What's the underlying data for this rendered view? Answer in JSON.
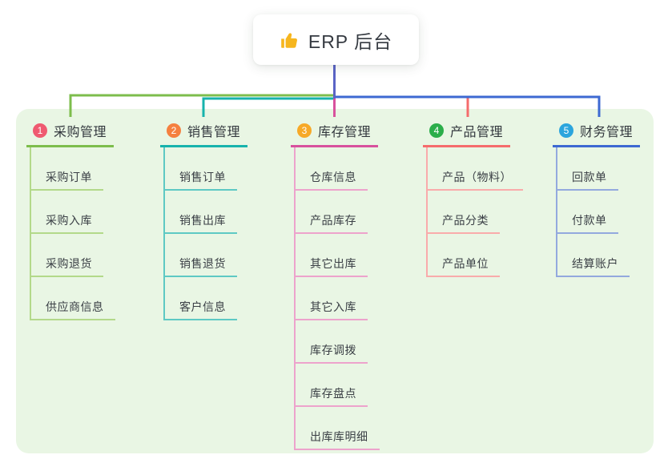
{
  "root": {
    "label": "ERP 后台",
    "icon": "thumbs-up-icon",
    "icon_color": "#f6b61e"
  },
  "canvas": {
    "panel_bg": "#e9f6e4",
    "page_bg": "#ffffff"
  },
  "connector": {
    "root_color": "#5a64c6"
  },
  "branches": [
    {
      "index": "1",
      "label": "采购管理",
      "badge_color": "#ef5a70",
      "line_color": "#7dbd4c",
      "child_line_color": "#b3d98a",
      "children": [
        "采购订单",
        "采购入库",
        "采购退货",
        "供应商信息"
      ]
    },
    {
      "index": "2",
      "label": "销售管理",
      "badge_color": "#f5803f",
      "line_color": "#17b3ac",
      "child_line_color": "#5ec9c4",
      "children": [
        "销售订单",
        "销售出库",
        "销售退货",
        "客户信息"
      ]
    },
    {
      "index": "3",
      "label": "库存管理",
      "badge_color": "#f7a927",
      "line_color": "#d8519d",
      "child_line_color": "#eda3cc",
      "children": [
        "仓库信息",
        "产品库存",
        "其它出库",
        "其它入库",
        "库存调拨",
        "库存盘点",
        "出库库明细"
      ]
    },
    {
      "index": "4",
      "label": "产品管理",
      "badge_color": "#2bae4a",
      "line_color": "#f56c6c",
      "child_line_color": "#f9abab",
      "children": [
        "产品（物料）",
        "产品分类",
        "产品单位"
      ]
    },
    {
      "index": "5",
      "label": "财务管理",
      "badge_color": "#2ba5dd",
      "line_color": "#3d69d2",
      "child_line_color": "#93a9de",
      "children": [
        "回款单",
        "付款单",
        "结算账户"
      ]
    }
  ]
}
